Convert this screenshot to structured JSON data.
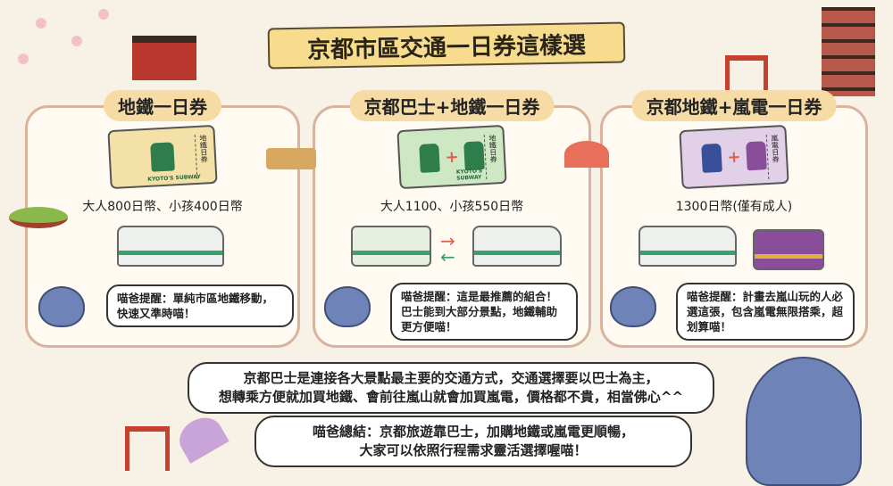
{
  "title": "京都市區交通一日券這樣選",
  "cards": [
    {
      "title": "地鐵一日券",
      "ticket_label": "地鐵日券",
      "ticket_brand": "KYOTO'S SUBWAY",
      "price": "大人800日幣、小孩400日幣",
      "tip": "喵爸提醒：單純市區地鐵移動，快速又準時喵！",
      "ticket_color": "#f3e1a8"
    },
    {
      "title": "京都巴士+地鐵一日券",
      "ticket_label": "地鐵日券",
      "ticket_brand": "KYOTO'S SUBWAY",
      "price": "大人1100、小孩550日幣",
      "tip": "喵爸提醒：這是最推薦的組合！巴士能到大部分景點，地鐵輔助更方便喵！",
      "ticket_color": "#cfe8c4"
    },
    {
      "title": "京都地鐵+嵐電一日券",
      "ticket_label": "嵐電日券",
      "price": "1300日幣(僅有成人)",
      "tip": "喵爸提醒：計畫去嵐山玩的人必選這張，包含嵐電無限搭乘，超划算喵！",
      "ticket_color": "#e2cfe8"
    }
  ],
  "summary": {
    "line1": "京都巴士是連接各大景點最主要的交通方式，交通選擇要以巴士為主，",
    "line2": "想轉乘方便就加買地鐵、會前往嵐山就會加買嵐電，價格都不貴，相當佛心^^",
    "conclusion1": "喵爸總結：京都旅遊靠巴士，加購地鐵或嵐電更順暢，",
    "conclusion2": "大家可以依照行程需求靈活選擇喔喵！"
  },
  "colors": {
    "subway": "#2f7d4a",
    "randen": "#8a4d9a",
    "accent": "#e0604a"
  }
}
